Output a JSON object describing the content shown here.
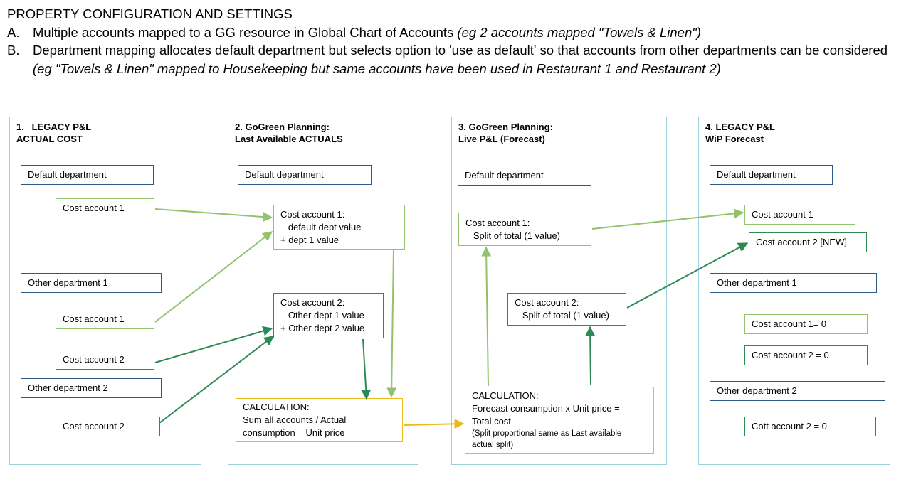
{
  "header": {
    "title": "PROPERTY CONFIGURATION AND SETTINGS",
    "items": [
      {
        "marker": "A.",
        "text": "Multiple accounts mapped to a GG resource in Global Chart of Accounts ",
        "note": "(eg 2 accounts mapped \"Towels & Linen\")"
      },
      {
        "marker": "B.",
        "text": "Department mapping allocates default department but selects option to 'use as default' so that accounts from other departments can be considered ",
        "note": "(eg \"Towels & Linen\" mapped to Housekeeping but same accounts have been used in Restaurant 1 and Restaurant 2)"
      }
    ]
  },
  "columns": [
    {
      "title": "1.   LEGACY P&L\nACTUAL COST",
      "boxes": {
        "default_dept": "Default department",
        "cost1": "Cost account 1",
        "other_dept1": "Other department 1",
        "od1_cost1": "Cost account 1",
        "od1_cost2": "Cost account 2",
        "other_dept2": "Other department 2",
        "od2_cost2": "Cost account 2"
      }
    },
    {
      "title": "2. GoGreen Planning:\nLast Available ACTUALS",
      "boxes": {
        "default_dept": "Default department",
        "cost1": "Cost account 1:\n   default dept value\n+ dept 1 value",
        "cost2": "Cost account 2:\n   Other dept 1 value\n+ Other dept 2 value",
        "calc": "CALCULATION:\nSum all accounts / Actual\nconsumption = Unit price"
      }
    },
    {
      "title": "3. GoGreen Planning:\nLive P&L (Forecast)",
      "boxes": {
        "default_dept": "Default department",
        "cost1": "Cost account 1:\n   Split of total (1 value)",
        "cost2": "Cost account 2:\n   Split of total (1 value)",
        "calc_main": "CALCULATION:\nForecast consumption x Unit price =\nTotal cost",
        "calc_note": "(Split proportional same as Last available\nactual split)"
      }
    },
    {
      "title": "4. LEGACY P&L\nWiP Forecast",
      "boxes": {
        "default_dept": "Default department",
        "cost1": "Cost account 1",
        "cost2": "Cost account 2 [NEW]",
        "other_dept1": "Other department 1",
        "od1_cost1": "Cost account 1= 0",
        "od1_cost2": "Cost account 2 = 0",
        "other_dept2": "Other department 2",
        "od2_cost2": "Cott account 2 = 0"
      }
    }
  ],
  "colors": {
    "column_border": "#9cd0dc",
    "department_box": "#2f5a86",
    "light_green": "#92c36a",
    "dark_green": "#2d8a55",
    "calculation": "#e8bb1a"
  }
}
